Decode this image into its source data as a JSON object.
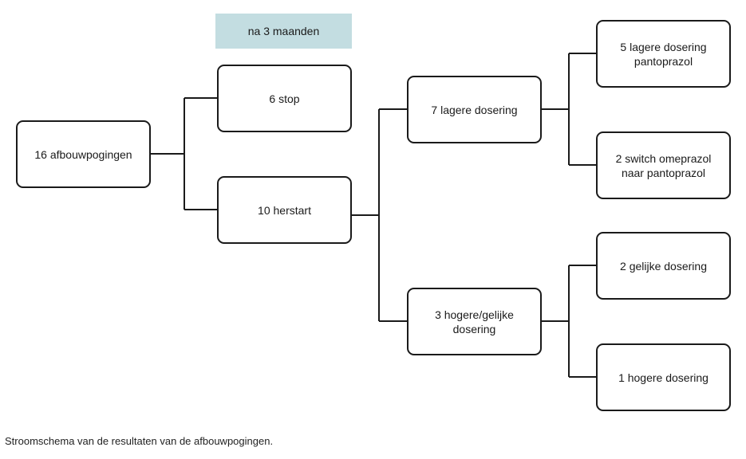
{
  "period_label": "na 3 maanden",
  "nodes": {
    "root": "16 afbouwpogingen",
    "stop": "6 stop",
    "restart": "10 herstart",
    "lower_dose": "7 lagere dosering",
    "higher_equal_dose": "3 hogere/gelijke\ndosering",
    "lower_pantoprazol": "5 lagere dosering\npantoprazol",
    "switch_omeprazol": "2 switch omeprazol\nnaar pantoprazol",
    "equal_dose": "2 gelijke dosering",
    "higher_dose": "1 hogere dosering"
  },
  "caption": "Stroomschema van de resultaten van de afbouwpogingen.",
  "colors": {
    "label_background": "#c3dde1",
    "line": "#1a1a1a"
  }
}
